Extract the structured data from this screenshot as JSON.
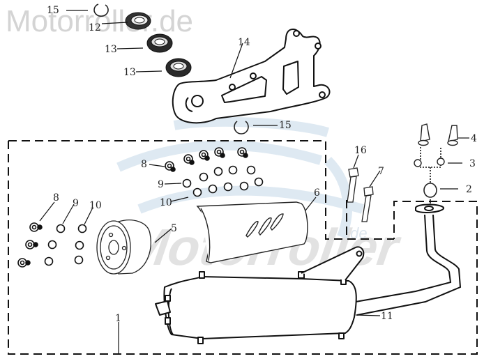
{
  "watermark": {
    "top_text": "Motorroller.de",
    "center_text": "Motorroller",
    "small_text": ".de",
    "colors": {
      "gray": "#d4d4d4",
      "blue": "#dbe7f1"
    }
  },
  "callouts": [
    {
      "id": "c15a",
      "number": "15",
      "part": "circlip (top)"
    },
    {
      "id": "c12",
      "number": "12",
      "part": "bushing"
    },
    {
      "id": "c13a",
      "number": "13",
      "part": "damper rubber"
    },
    {
      "id": "c13b",
      "number": "13",
      "part": "damper rubber"
    },
    {
      "id": "c14",
      "number": "14",
      "part": "muffler bracket"
    },
    {
      "id": "c15b",
      "number": "15",
      "part": "circlip (bottom)"
    },
    {
      "id": "c8a",
      "number": "8",
      "part": "bolt (upper group)"
    },
    {
      "id": "c9a",
      "number": "9",
      "part": "washer (upper group)"
    },
    {
      "id": "c10a",
      "number": "10",
      "part": "nut (upper group)"
    },
    {
      "id": "c8b",
      "number": "8",
      "part": "bolt (left group)"
    },
    {
      "id": "c9b",
      "number": "9",
      "part": "washer (left group)"
    },
    {
      "id": "c10b",
      "number": "10",
      "part": "nut (left group)"
    },
    {
      "id": "c5",
      "number": "5",
      "part": "end cap"
    },
    {
      "id": "c6",
      "number": "6",
      "part": "heat shield"
    },
    {
      "id": "c16",
      "number": "16",
      "part": "mounting bolt"
    },
    {
      "id": "c7",
      "number": "7",
      "part": "mounting bolt"
    },
    {
      "id": "c4",
      "number": "4",
      "part": "stud / nut"
    },
    {
      "id": "c3",
      "number": "3",
      "part": "nut"
    },
    {
      "id": "c2",
      "number": "2",
      "part": "exhaust gasket"
    },
    {
      "id": "c1",
      "number": "1",
      "part": "muffler assembly"
    },
    {
      "id": "c11",
      "number": "11",
      "part": "muffler"
    }
  ]
}
